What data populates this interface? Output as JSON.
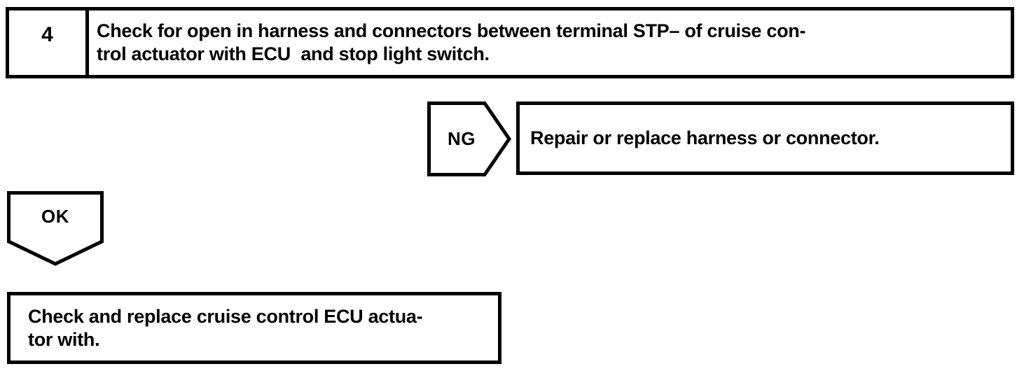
{
  "page": {
    "background_color": "#ffffff",
    "ink_color": "#000000"
  },
  "flowchart": {
    "step_box": {
      "number": "4",
      "instruction_lines": [
        "Check for open in harness and connectors between terminal STP– of cruise con-",
        "trol actuator with ECU  and stop light switch."
      ]
    },
    "ng_branch": {
      "label": "NG",
      "result_lines": [
        "Repair or replace harness or connector."
      ]
    },
    "ok_branch": {
      "label": "OK",
      "result_lines": [
        "Check and replace cruise control ECU actua-",
        "tor with."
      ]
    }
  }
}
